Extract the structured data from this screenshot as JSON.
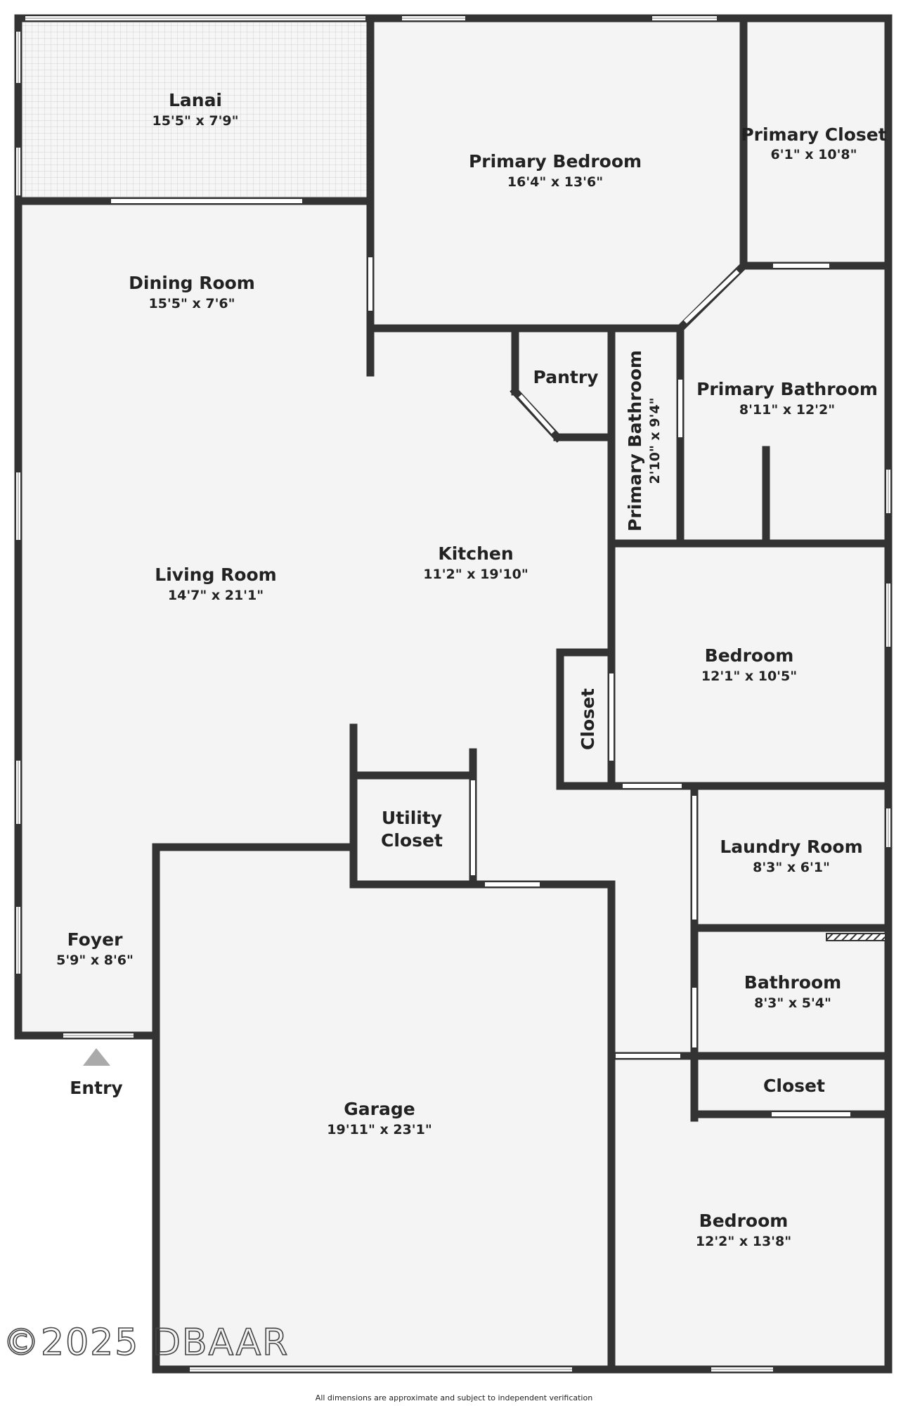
{
  "rooms": {
    "lanai": {
      "name": "Lanai",
      "dims": "15'5\" x 7'9\""
    },
    "primary_bedroom": {
      "name": "Primary Bedroom",
      "dims": "16'4\" x 13'6\""
    },
    "primary_closet": {
      "name": "Primary Closet",
      "dims": "6'1\" x 10'8\""
    },
    "dining_room": {
      "name": "Dining Room",
      "dims": "15'5\" x 7'6\""
    },
    "pantry": {
      "name": "Pantry"
    },
    "primary_bathroom_small": {
      "name": "Primary Bathroom",
      "dims": "2'10\" x 9'4\""
    },
    "primary_bathroom": {
      "name": "Primary Bathroom",
      "dims": "8'11\" x 12'2\""
    },
    "kitchen": {
      "name": "Kitchen",
      "dims": "11'2\" x 19'10\""
    },
    "living_room": {
      "name": "Living Room",
      "dims": "14'7\" x 21'1\""
    },
    "bedroom_1": {
      "name": "Bedroom",
      "dims": "12'1\" x 10'5\""
    },
    "closet_1": {
      "name": "Closet"
    },
    "utility_closet": {
      "name_line1": "Utility",
      "name_line2": "Closet"
    },
    "laundry_room": {
      "name": "Laundry Room",
      "dims": "8'3\" x 6'1\""
    },
    "foyer": {
      "name": "Foyer",
      "dims": "5'9\" x 8'6\""
    },
    "bathroom": {
      "name": "Bathroom",
      "dims": "8'3\" x 5'4\""
    },
    "closet_2": {
      "name": "Closet"
    },
    "garage": {
      "name": "Garage",
      "dims": "19'11\" x 23'1\""
    },
    "bedroom_2": {
      "name": "Bedroom",
      "dims": "12'2\" x 13'8\""
    }
  },
  "entry": {
    "label": "Entry"
  },
  "watermark": "©2025 DBAAR",
  "disclaimer": "All dimensions are approximate and subject to independent verification",
  "colors": {
    "wall": "#333333",
    "floor": "#f4f4f4",
    "background": "#ffffff"
  }
}
